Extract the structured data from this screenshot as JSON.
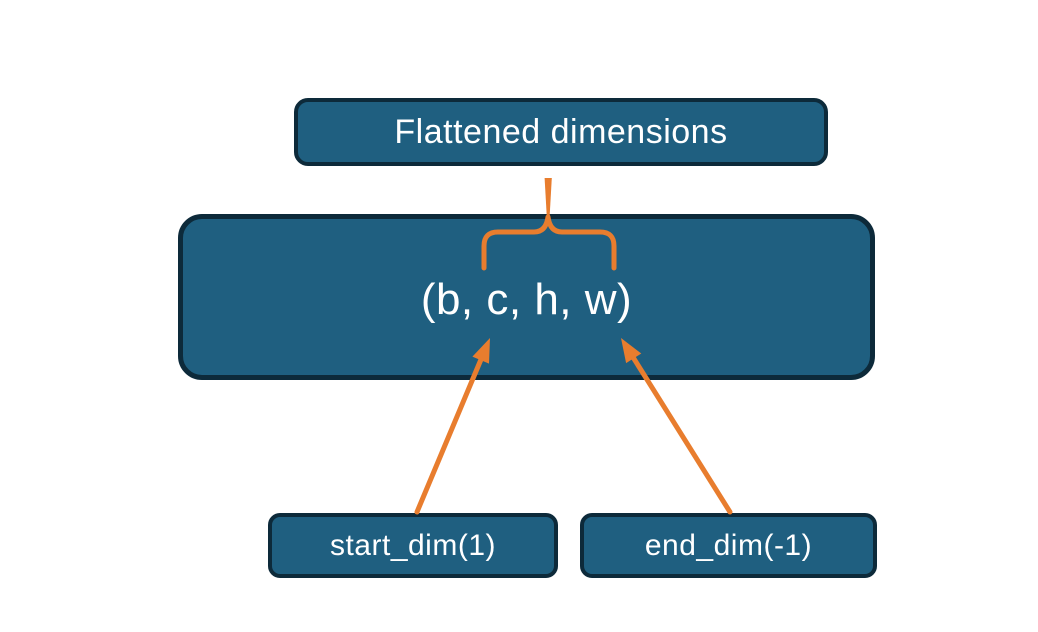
{
  "colors": {
    "background": "#ffffff",
    "node_fill": "#1f5f80",
    "node_border": "#0d2a3a",
    "accent_orange": "#e87d2e",
    "label_text": "#ffffff"
  },
  "diagram": {
    "flattened_node": {
      "label": "Flattened dimensions"
    },
    "tensor_node": {
      "label": "(b, c, h, w)"
    },
    "start_dim_node": {
      "label": "start_dim(1)"
    },
    "end_dim_node": {
      "label": "end_dim(-1)"
    }
  }
}
